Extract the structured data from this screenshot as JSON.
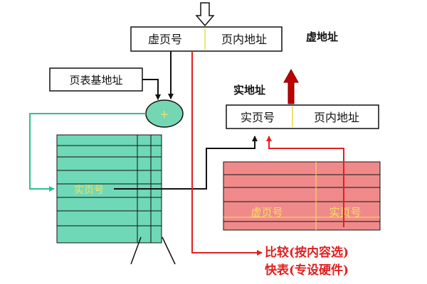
{
  "virtual_address": {
    "page_number": "虚页号",
    "offset": "页内地址",
    "caption": "虚地址"
  },
  "page_table_base": "页表基地址",
  "adder_symbol": "+",
  "physical_address": {
    "page_number": "实页号",
    "offset": "页内地址",
    "caption": "实地址"
  },
  "page_table": {
    "entry_label": "实页号"
  },
  "tlb": {
    "virtual_col": "虚页号",
    "real_col": "实页号",
    "compare_label": "比较(按内容选)",
    "name_label": "快表(专设硬件)"
  },
  "colors": {
    "page_table_fill": "#6fd8b6",
    "tlb_fill": "#f08a8a",
    "tlb_text": "#f5e060",
    "adder_fill": "#74d6b2",
    "accent_green": "#2fbf8f",
    "red_path": "#e02020",
    "physical_arrow": "#c00000",
    "divider_yellow": "#e8d84a"
  }
}
